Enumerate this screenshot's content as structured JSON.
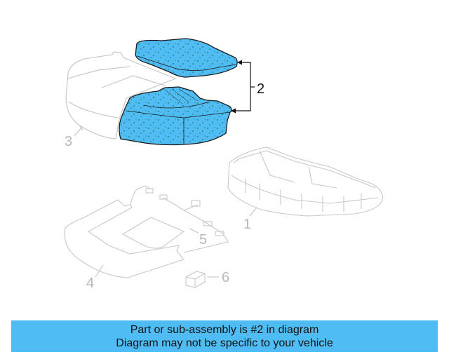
{
  "diagram": {
    "highlight_color": "#4fbdf3",
    "faint_line_color": "#c4c4c4",
    "outline_color": "#1a1a1a",
    "callouts": [
      {
        "number": "1",
        "part": "seat-frame"
      },
      {
        "number": "2",
        "part": "seat-cushion-pad",
        "highlighted": true
      },
      {
        "number": "3",
        "part": "seat-cover"
      },
      {
        "number": "4",
        "part": "sensor-mat"
      },
      {
        "number": "5",
        "part": "sensor-harness"
      },
      {
        "number": "6",
        "part": "connector-module"
      }
    ]
  },
  "banner": {
    "line1": "Part or sub-assembly is #2 in diagram",
    "line2": "Diagram may not be specific to your vehicle",
    "background": "#4fbdf3"
  }
}
